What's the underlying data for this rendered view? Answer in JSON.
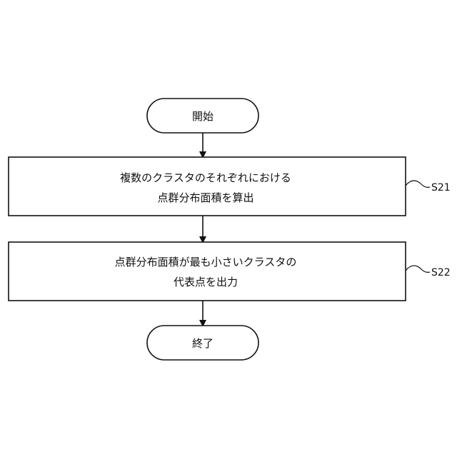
{
  "flowchart": {
    "start": {
      "label": "開始"
    },
    "steps": [
      {
        "id": "S21",
        "lines": [
          "複数のクラスタのそれぞれにおける",
          "点群分布面積を算出"
        ]
      },
      {
        "id": "S22",
        "lines": [
          "点群分布面積が最も小さいクラスタの",
          "代表点を出力"
        ]
      }
    ],
    "end": {
      "label": "終了"
    }
  }
}
